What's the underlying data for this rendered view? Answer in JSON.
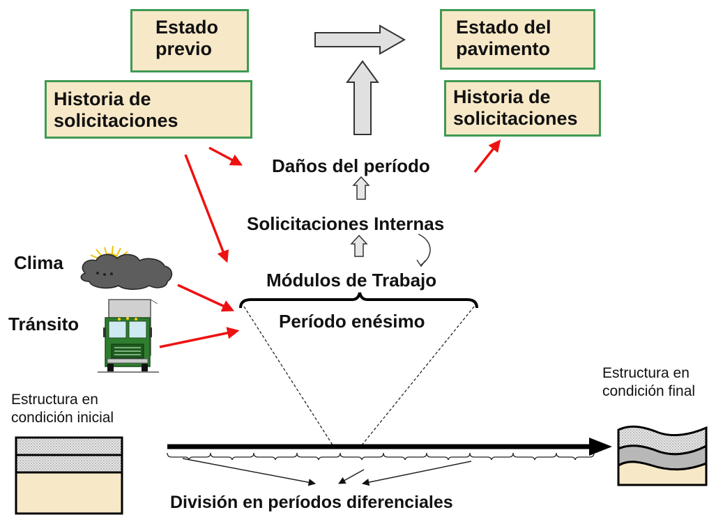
{
  "boxes": {
    "previous_state": "Estado\nprevio",
    "load_history_left": "Historia de\nsolicitaciones",
    "pavement_state": "Estado del\npavimento",
    "load_history_right": "Historia de\nsolicitaciones"
  },
  "labels": {
    "period_damage": "Daños del período",
    "internal_loads": "Solicitaciones Internas",
    "work_modules": "Módulos de Trabajo",
    "nth_period": "Período enésimo",
    "climate": "Clima",
    "traffic": "Tránsito",
    "initial_structure": "Estructura en\ncondición inicial",
    "final_structure": "Estructura en\ncondición final",
    "differential_periods": "División en períodos diferenciales"
  },
  "colors": {
    "box_fill": "#f7e8c8",
    "box_border": "#3f9a52",
    "red_arrow": "#ee1111",
    "gray_arrow_fill": "#e0e0e0"
  }
}
